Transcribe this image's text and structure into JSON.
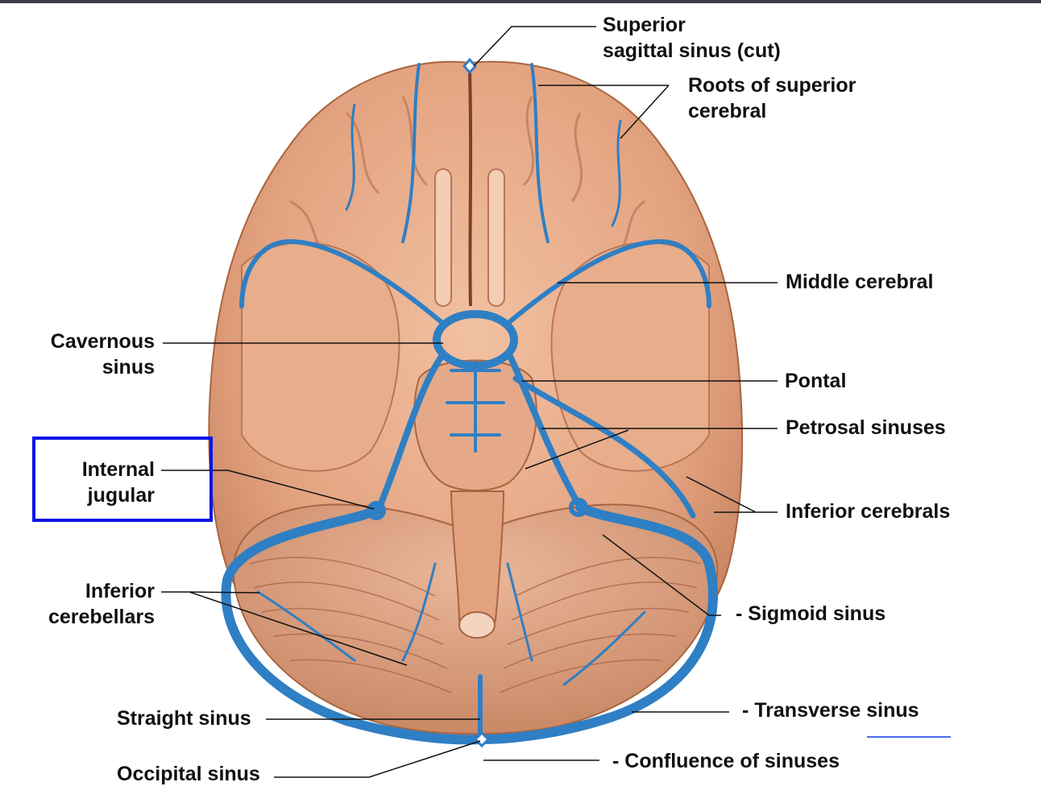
{
  "figure": {
    "subject": "brain-inferior-view-venous-drainage",
    "colors": {
      "brain": "#e3a27f",
      "brain_shadow": "#b86e4c",
      "brain_highlight": "#f6d0b6",
      "vein": "#2f7fc4",
      "vein_dark": "#1a5e9c",
      "leader": "#111111",
      "highlight_box": "#0a14e6"
    }
  },
  "labels": {
    "superior_sagittal_sinus": "Superior\nsagittal sinus (cut)",
    "roots_superior_cerebral": "Roots of superior\ncerebral",
    "middle_cerebral": "Middle cerebral",
    "cavernous_sinus": "Cavernous\nsinus",
    "pontal": "Pontal",
    "petrosal_sinuses": "Petrosal sinuses",
    "internal_jugular": "Internal\njugular",
    "inferior_cerebrals": "Inferior cerebrals",
    "inferior_cerebellars": "Inferior\ncerebellars",
    "sigmoid_sinus": "- Sigmoid sinus",
    "straight_sinus": "Straight sinus",
    "transverse_sinus": "- Transverse sinus",
    "occipital_sinus": "Occipital sinus",
    "confluence_of_sinuses": "- Confluence of sinuses"
  }
}
